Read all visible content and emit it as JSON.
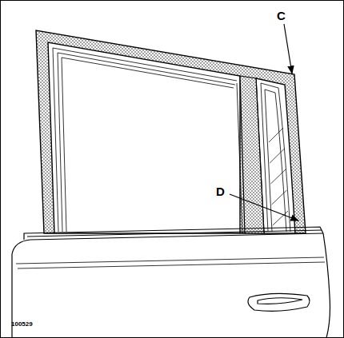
{
  "diagram": {
    "labels": [
      "C",
      "D",
      "100529"
    ]
  }
}
